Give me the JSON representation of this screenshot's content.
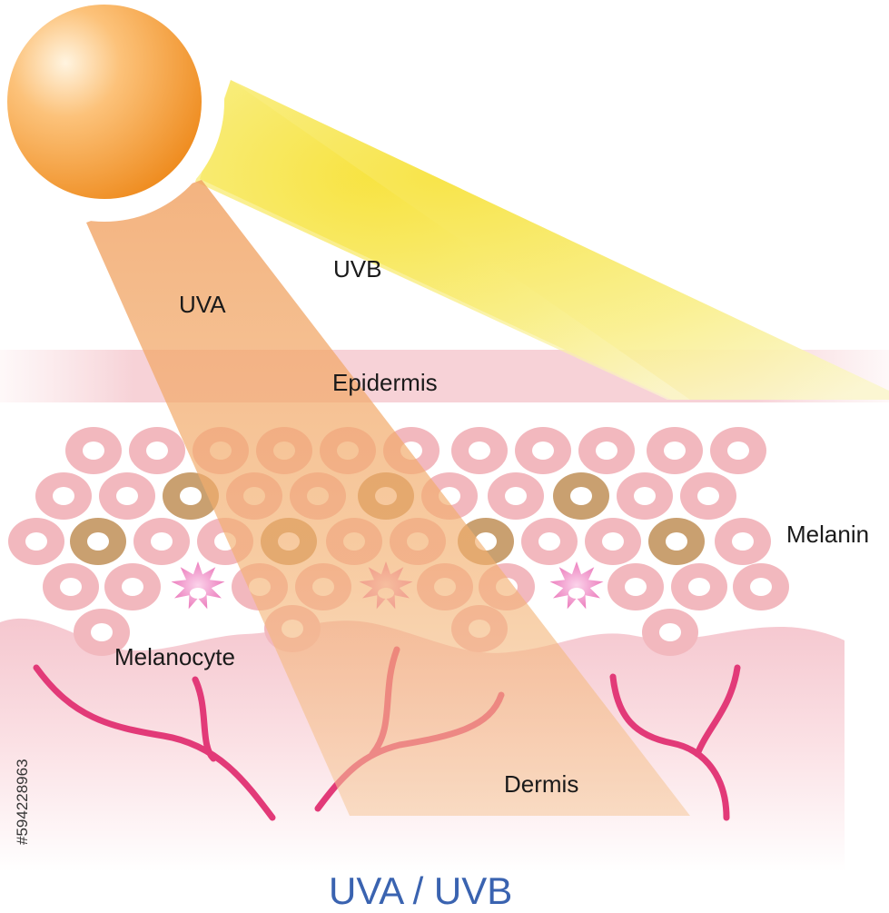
{
  "diagram": {
    "title": "UVA / UVB",
    "labels": {
      "uva": "UVA",
      "uvb": "UVB",
      "epidermis": "Epidermis",
      "melanin": "Melanin",
      "melanocyte": "Melanocyte",
      "dermis": "Dermis"
    },
    "side_id": "#594228963"
  },
  "colors": {
    "sun_light": "#ffe3b0",
    "sun_dark": "#f08f20",
    "uva_beam": "#f0a060",
    "uvb_beam": "#f7e85a",
    "cell_ring": "#f2b8be",
    "cell_ring_pigment": "#c9a070",
    "cell_nucleus": "#ffffff",
    "dermis": "#f7d3d8",
    "vessel": "#e23a78",
    "melanocyte": "#ea7fc0",
    "title": "#3a63b0"
  }
}
